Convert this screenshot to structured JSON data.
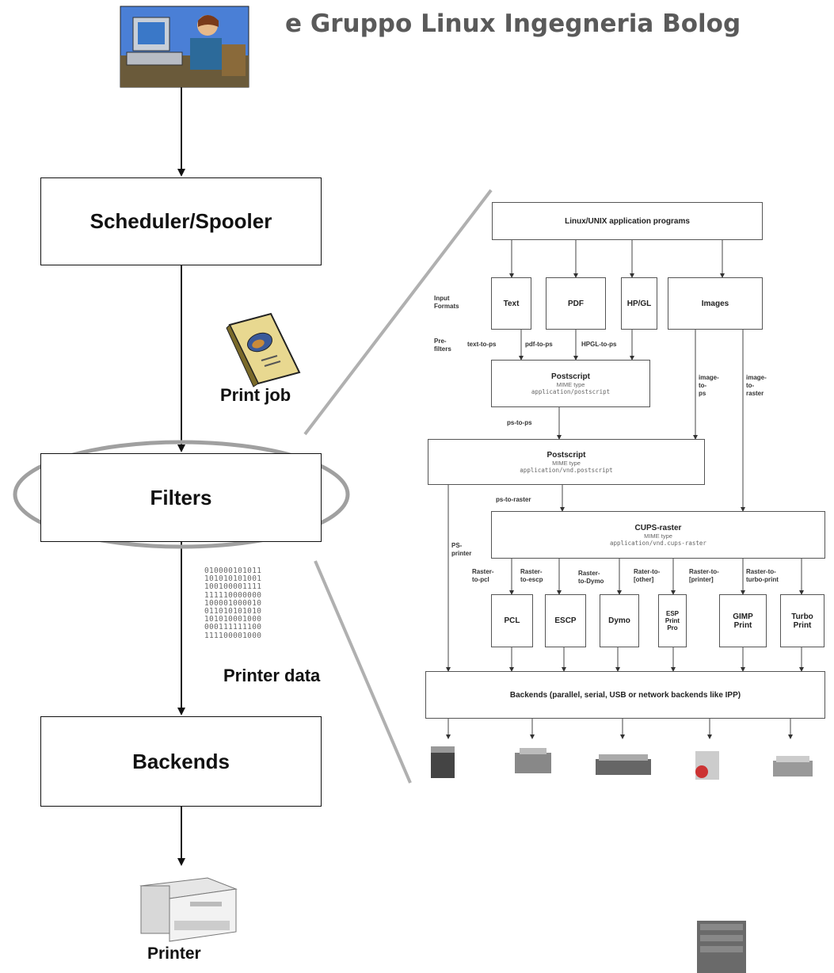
{
  "header": {
    "title": "e Gruppo Linux Ingegneria Bolog"
  },
  "main_flow": {
    "scheduler": "Scheduler/Spooler",
    "print_job": "Print job",
    "filters": "Filters",
    "printer_data": "Printer data",
    "backends": "Backends",
    "printer": "Printer",
    "binary_lines": [
      "010000101011",
      "101010101001",
      "100100001111",
      "111110000000",
      "100001000010",
      "011010101010",
      "101010001000",
      "000111111100",
      "111100001000"
    ]
  },
  "cups_diagram": {
    "apps": "Linux/UNIX application programs",
    "input_formats_label": "Input\nFormats",
    "prefilters_label": "Pre-\nfilters",
    "formats": {
      "text": "Text",
      "pdf": "PDF",
      "hpgl": "HP/GL",
      "images": "Images"
    },
    "prefilters": {
      "text": "text-to-ps",
      "pdf": "pdf-to-ps",
      "hpgl": "HPGL-to-ps",
      "image_ps": "image-\nto-\nps",
      "image_raster": "image-\nto-\nraster"
    },
    "postscript1": {
      "title": "Postscript",
      "mime": "MIME type",
      "type": "application/postscript"
    },
    "pstops": "ps-to-ps",
    "postscript2": {
      "title": "Postscript",
      "mime": "MIME type",
      "type": "application/vnd.postscript"
    },
    "pstoraster": "ps-to-raster",
    "psprinter": "PS-\nprinter",
    "cupsraster": {
      "title": "CUPS-raster",
      "mime": "MIME type",
      "type": "application/vnd.cups-raster"
    },
    "raster_filters": [
      "Raster-\nto-pcl",
      "Raster-\nto-escp",
      "Raster-\nto-Dymo",
      "Rater-to-\n[other]",
      "Raster-to-\n[printer]",
      "Raster-to-\nturbo-print"
    ],
    "drivers": [
      "PCL",
      "ESCP",
      "Dymo",
      "ESP\nPrint\nPro",
      "GIMP\nPrint",
      "Turbo\nPrint"
    ],
    "backends": "Backends (parallel, serial, USB or network backends like IPP)"
  }
}
